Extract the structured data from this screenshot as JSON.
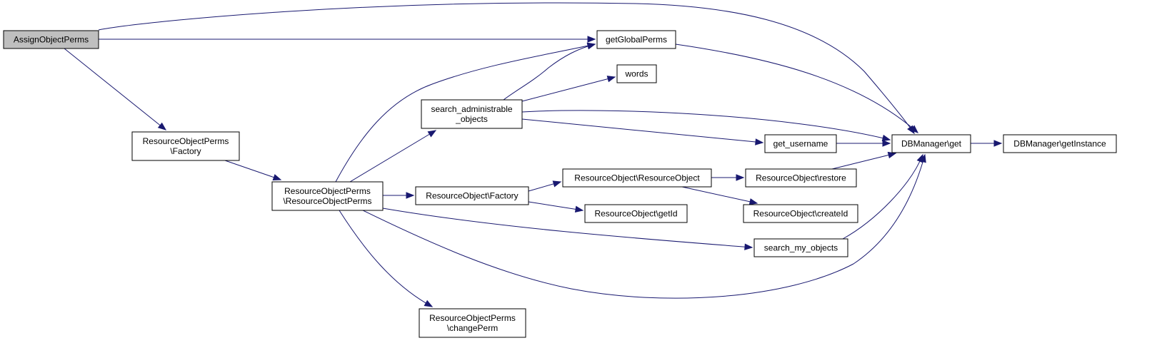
{
  "diagram": {
    "colors": {
      "node_fill": "#ffffff",
      "root_fill": "#bfbfbf",
      "node_border": "#000000",
      "edge": "#191970"
    },
    "nodes": [
      {
        "id": "assign",
        "lines": [
          "AssignObjectPerms"
        ],
        "root": true
      },
      {
        "id": "getGlobalPerms",
        "lines": [
          "getGlobalPerms"
        ]
      },
      {
        "id": "words",
        "lines": [
          "words"
        ]
      },
      {
        "id": "searchAdmin",
        "lines": [
          "search_administrable",
          "_objects"
        ]
      },
      {
        "id": "rop_factory",
        "lines": [
          "ResourceObjectPerms",
          "\\Factory"
        ]
      },
      {
        "id": "rop_rop",
        "lines": [
          "ResourceObjectPerms",
          "\\ResourceObjectPerms"
        ]
      },
      {
        "id": "ro_factory",
        "lines": [
          "ResourceObject\\Factory"
        ]
      },
      {
        "id": "ro_ro",
        "lines": [
          "ResourceObject\\ResourceObject"
        ]
      },
      {
        "id": "ro_getId",
        "lines": [
          "ResourceObject\\getId"
        ]
      },
      {
        "id": "ro_restore",
        "lines": [
          "ResourceObject\\restore"
        ]
      },
      {
        "id": "ro_createId",
        "lines": [
          "ResourceObject\\createId"
        ]
      },
      {
        "id": "get_username",
        "lines": [
          "get_username"
        ]
      },
      {
        "id": "search_my",
        "lines": [
          "search_my_objects"
        ]
      },
      {
        "id": "db_get",
        "lines": [
          "DBManager\\get"
        ]
      },
      {
        "id": "db_instance",
        "lines": [
          "DBManager\\getInstance"
        ]
      },
      {
        "id": "rop_change",
        "lines": [
          "ResourceObjectPerms",
          "\\changePerm"
        ]
      }
    ],
    "edges": [
      {
        "from": "assign",
        "to": "db_get"
      },
      {
        "from": "assign",
        "to": "getGlobalPerms"
      },
      {
        "from": "assign",
        "to": "rop_factory"
      },
      {
        "from": "getGlobalPerms",
        "to": "db_get"
      },
      {
        "from": "searchAdmin",
        "to": "getGlobalPerms"
      },
      {
        "from": "searchAdmin",
        "to": "words"
      },
      {
        "from": "searchAdmin",
        "to": "db_get"
      },
      {
        "from": "searchAdmin",
        "to": "get_username"
      },
      {
        "from": "rop_factory",
        "to": "rop_rop"
      },
      {
        "from": "rop_rop",
        "to": "getGlobalPerms"
      },
      {
        "from": "rop_rop",
        "to": "searchAdmin"
      },
      {
        "from": "rop_rop",
        "to": "ro_factory"
      },
      {
        "from": "rop_rop",
        "to": "search_my"
      },
      {
        "from": "rop_rop",
        "to": "db_get"
      },
      {
        "from": "rop_rop",
        "to": "rop_change"
      },
      {
        "from": "ro_factory",
        "to": "ro_ro"
      },
      {
        "from": "ro_factory",
        "to": "ro_getId"
      },
      {
        "from": "ro_ro",
        "to": "ro_restore"
      },
      {
        "from": "ro_ro",
        "to": "ro_createId"
      },
      {
        "from": "ro_restore",
        "to": "db_get"
      },
      {
        "from": "get_username",
        "to": "db_get"
      },
      {
        "from": "search_my",
        "to": "db_get"
      },
      {
        "from": "db_get",
        "to": "db_instance"
      }
    ]
  }
}
